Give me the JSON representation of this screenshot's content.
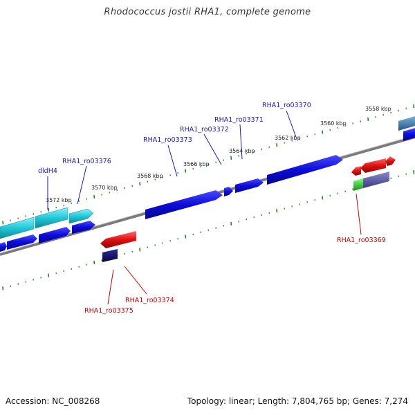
{
  "title": "Rhodococcus jostii RHA1, complete genome",
  "footer": {
    "accession": "Accession: NC_008268",
    "topology": "Topology: linear; Length: 7,804,765 bp; Genes: 7,274"
  },
  "ruler_labels": [
    "3572 kbp",
    "3570 kbp",
    "3568 kbp",
    "3566 kbp",
    "3564 kbp",
    "3562 kbp",
    "3560 kbp",
    "3558 kbp"
  ],
  "forward_gene_labels": [
    "dldH4",
    "RHA1_ro03376",
    "RHA1_ro03373",
    "RHA1_ro03372",
    "RHA1_ro03371",
    "RHA1_ro03370"
  ],
  "reverse_gene_labels": [
    "RHA1_ro03369",
    "RHA1_ro03374",
    "RHA1_ro03375"
  ],
  "colors": {
    "backbone": "#7a7a7a",
    "ruler_dots": "#1a8a1a",
    "blue_gene": "#0c0cd8",
    "cyan_gene": "#21c8d8",
    "red_gene": "#e01010",
    "navy_gene": "#0a0a6a",
    "green_gene": "#30c030",
    "slate_gene": "#5a5aa0",
    "steel_gene": "#3d78a8",
    "label_blue": "#1a1aa8",
    "label_red": "#c40000"
  }
}
